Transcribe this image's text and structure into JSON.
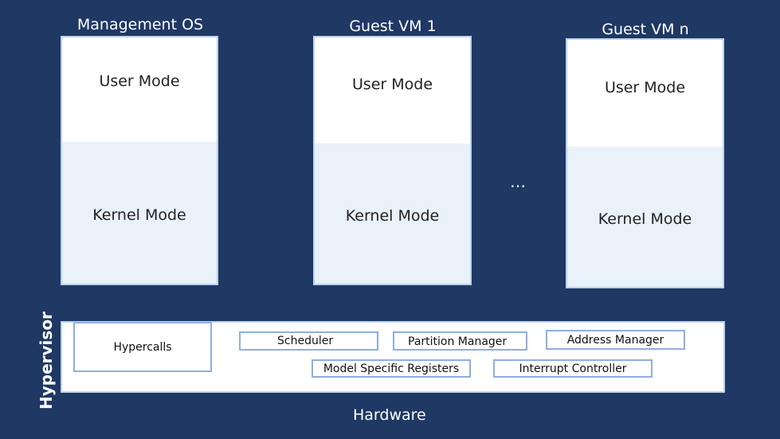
{
  "columns": [
    {
      "title": "Management OS",
      "user_mode": "User Mode",
      "kernel_mode": "Kernel Mode"
    },
    {
      "title": "Guest VM 1",
      "user_mode": "User Mode",
      "kernel_mode": "Kernel Mode"
    },
    {
      "title": "Guest VM n",
      "user_mode": "User Mode",
      "kernel_mode": "Kernel Mode"
    }
  ],
  "ellipsis": "…",
  "hypervisor": {
    "label": "Hypervisor",
    "components": {
      "hypercalls": "Hypercalls",
      "scheduler": "Scheduler",
      "partition_manager": "Partition Manager",
      "address_manager": "Address Manager",
      "model_specific_registers": "Model Specific Registers",
      "interrupt_controller": "Interrupt Controller"
    }
  },
  "hardware_label": "Hardware",
  "colors": {
    "background": "#1f3864",
    "kernel_fill": "#e9f1f9",
    "box_border": "#8eaee2"
  }
}
